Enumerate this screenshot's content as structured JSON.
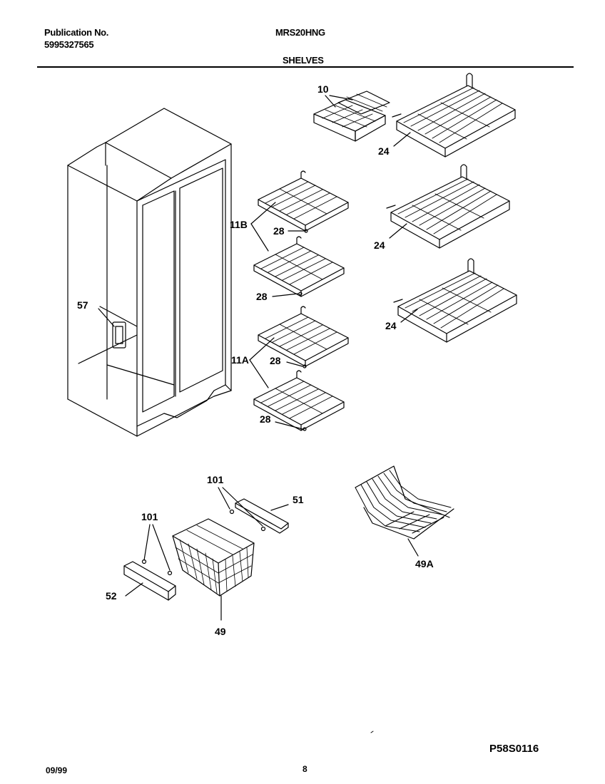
{
  "header": {
    "publication_label": "Publication No.",
    "publication_number": "5995327565",
    "model": "MRS20HNG",
    "section": "SHELVES"
  },
  "callouts": {
    "c10": "10",
    "c24a": "24",
    "c24b": "24",
    "c24c": "24",
    "c11b": "11B",
    "c11a": "11A",
    "c28a": "28",
    "c28b": "28",
    "c28c": "28",
    "c28d": "28",
    "c57": "57",
    "c101a": "101",
    "c101b": "101",
    "c51": "51",
    "c52": "52",
    "c49": "49",
    "c49a": "49A"
  },
  "footer": {
    "date": "09/99",
    "page": "8",
    "diagram_code": "P58S0116"
  }
}
